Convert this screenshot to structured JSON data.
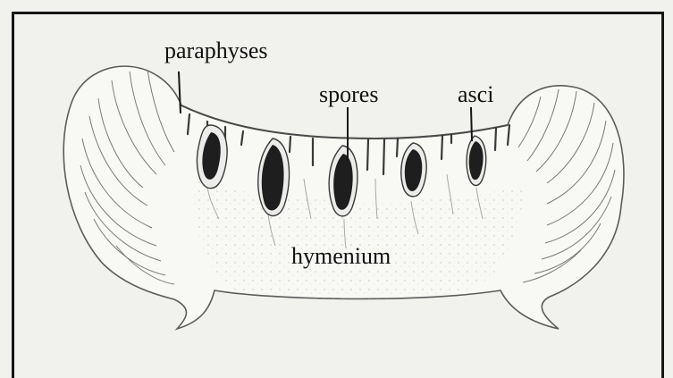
{
  "figure": {
    "labels": {
      "paraphyses": "paraphyses",
      "spores": "spores",
      "asci": "asci",
      "hymenium": "hymenium"
    },
    "colors": {
      "ink": "#161616",
      "outline": "#6a6a6a",
      "fill": "#f7f7f4",
      "ascus_dark": "#1e1e1e"
    }
  }
}
